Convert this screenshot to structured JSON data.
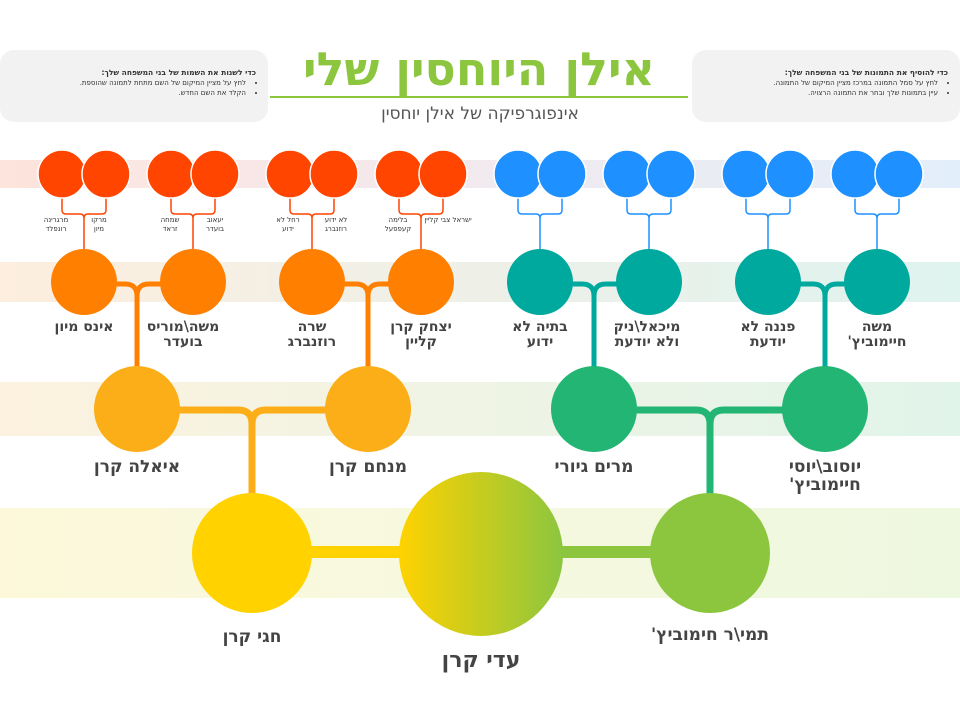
{
  "header": {
    "title": "אילן היוחסין שלי",
    "subtitle": "אינפוגרפיקה של אילן יוחסין"
  },
  "notes": {
    "left": {
      "heading": "כדי לשנות את השמות של בני המשפחה שלך:",
      "items": [
        "לחץ על מציין המיקום של השם מתחת לתמונה שהוספת.",
        "הקלד את השם החדש."
      ]
    },
    "right": {
      "heading": "כדי להוסיף את התמונות של בני המשפחה שלך:",
      "items": [
        "לחץ על סמל התמונה במרכז מציין המיקום של התמונה.",
        "עיין בתמונות שלך ובחר את התמונה הרצויה."
      ]
    }
  },
  "colors": {
    "great_grandparents_left": "#ff4500",
    "great_grandparents_right": "#1e90ff",
    "grandparents_left": "#ff8000",
    "grandparents_right": "#00a99d",
    "parents_left": "#fbae17",
    "parents_right": "#22b573",
    "father": "#ffd200",
    "mother": "#8cc63f",
    "text": "#444444"
  },
  "tree": {
    "self": "עדי קרן",
    "father": "חגי קרן",
    "mother": "תמי\\ר חימוביץ'",
    "parents": {
      "ayala": "איאלה קרן",
      "menachem": "מנחם קרן",
      "miriam": "מרים גיורי",
      "yosef": "יוסוב\\יוסי חיימוביץ'"
    },
    "grandparents": {
      "ines": "אינס מיון",
      "moshe_moris": "משה\\מוריס בועדר",
      "sara": "שרה רוזנברג",
      "yitzhak": "יצחק קרן קליין",
      "batya": "בתיה לא ידוע",
      "michal": "מיכאל\\ניק ולא יודעת",
      "fanny": "פננה לא יודעת",
      "moshe_h": "משה חיימוביץ'"
    },
    "great_grandparents": {
      "margarina": "מרגרינה רונפלד",
      "marko": "מרקו מיון",
      "simcha": "שמחה זראד",
      "yaakov": "יעאוב בועדר",
      "rachel": "רחל לא ידוע",
      "unknown": "לא ידוע רוזנברג",
      "blima": "בלימה קעפפעל",
      "israel": "ישראל צבי קליין"
    }
  }
}
